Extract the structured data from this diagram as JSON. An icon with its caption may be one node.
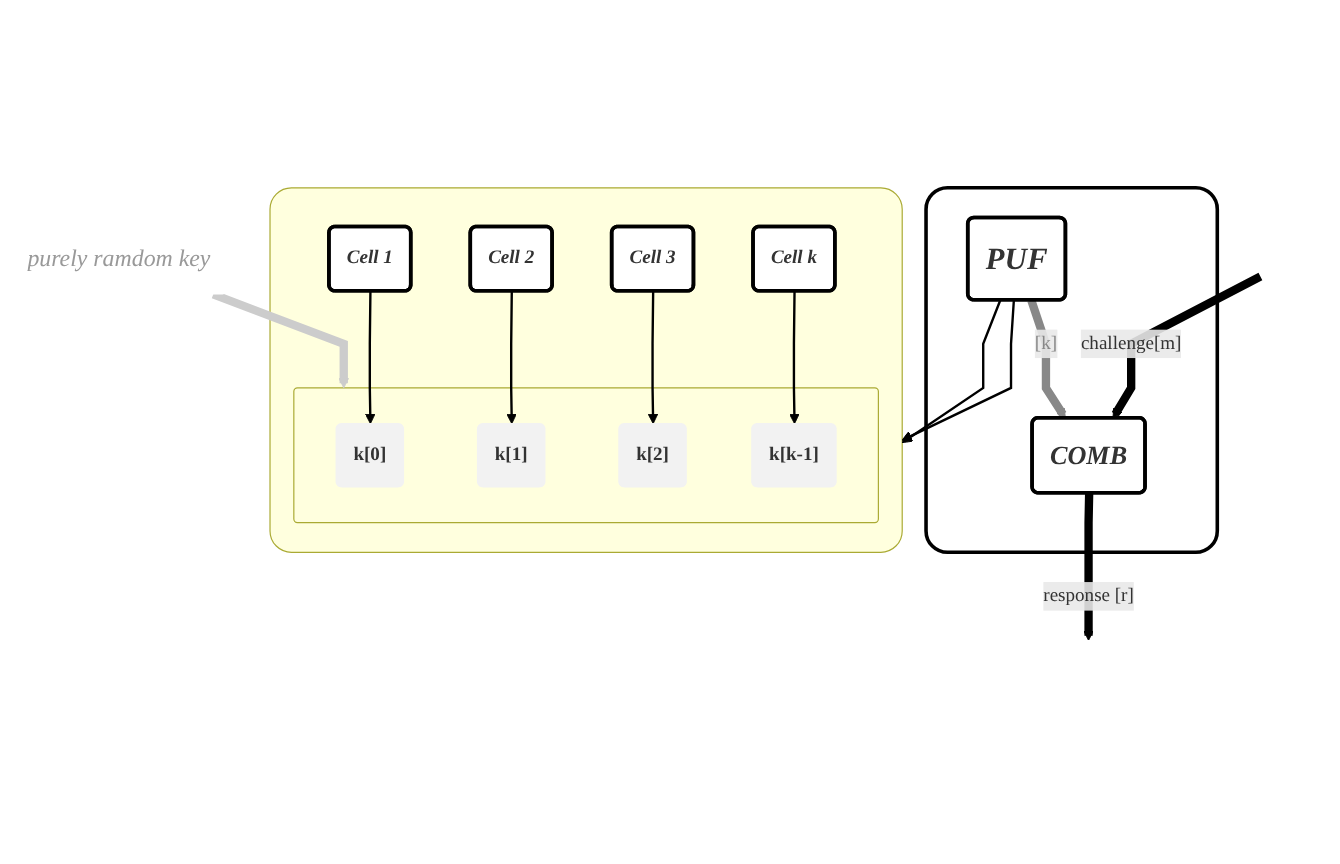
{
  "diagram": {
    "nodes": [
      {
        "text": [],
        "shape": "box"
      },
      {
        "text": [
          "COMB"
        ],
        "in": 0
      },
      {
        "text": [
          "PUF"
        ],
        "in": 0
      },
      {
        "text": [],
        "shape": "box"
      },
      {
        "text": [
          "Cell 1"
        ],
        "in": 3
      },
      {
        "text": [
          "Cell 2"
        ],
        "in": 3
      },
      {
        "text": [
          "Cell 3"
        ],
        "in": 3
      },
      {
        "text": [
          "Cell k"
        ],
        "in": 3
      },
      {
        "text": [],
        "shape": "bar",
        "in": 3
      },
      {
        "text": [
          "k[0]"
        ],
        "in": 8
      },
      {
        "text": [
          "k[1]"
        ],
        "in": 8
      },
      {
        "text": [
          "k[2]"
        ],
        "in": 8
      },
      {
        "text": [
          "k[k-1]"
        ],
        "in": 8
      },
      {
        "text": [
          "purely ramdom key"
        ]
      }
    ],
    "edges": [
      {
        "from": null,
        "to": 1,
        "arrow": "to",
        "label": "challenge[m]",
        "style": "thick"
      },
      {
        "from": 1,
        "to": null,
        "arrow": "to",
        "label": "response [r]",
        "style": "thick"
      },
      {
        "from": 2,
        "to": 1,
        "arrow": "to",
        "label": "[k]",
        "style": "thick",
        "color": "#888888"
      },
      {
        "from": 2,
        "to": 3,
        "arrow": "to"
      },
      {
        "from": 2,
        "to": 3,
        "arrow": "to"
      },
      {
        "from": 4,
        "to": 9,
        "arrow": "to"
      },
      {
        "from": 5,
        "to": 10,
        "arrow": "to"
      },
      {
        "from": 6,
        "to": 11,
        "arrow": "to"
      },
      {
        "from": 7,
        "to": 12,
        "arrow": "to"
      },
      {
        "from": 13,
        "to": 8,
        "arrow": "to",
        "style": "thick",
        "color": "#cccccc"
      }
    ]
  }
}
